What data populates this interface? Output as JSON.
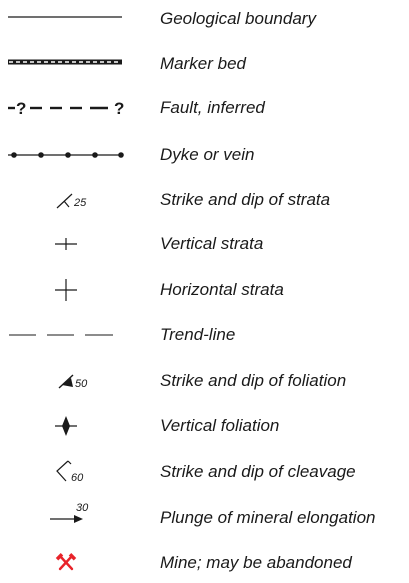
{
  "legend": {
    "items": [
      {
        "symbol": "geological-boundary-line",
        "label": "Geological boundary"
      },
      {
        "symbol": "marker-bed-line",
        "label": "Marker bed"
      },
      {
        "symbol": "fault-inferred-line",
        "label": "Fault, inferred"
      },
      {
        "symbol": "dyke-or-vein-line",
        "label": "Dyke or vein"
      },
      {
        "symbol": "strike-dip-strata-icon",
        "label": "Strike and dip of strata",
        "value": "25"
      },
      {
        "symbol": "vertical-strata-icon",
        "label": "Vertical strata"
      },
      {
        "symbol": "horizontal-strata-icon",
        "label": "Horizontal strata"
      },
      {
        "symbol": "trend-line",
        "label": "Trend-line"
      },
      {
        "symbol": "strike-dip-foliation-icon",
        "label": "Strike and dip of foliation",
        "value": "50"
      },
      {
        "symbol": "vertical-foliation-icon",
        "label": "Vertical foliation"
      },
      {
        "symbol": "strike-dip-cleavage-icon",
        "label": "Strike and dip of cleavage",
        "value": "60"
      },
      {
        "symbol": "plunge-arrow-icon",
        "label": "Plunge of mineral elongation",
        "value": "30"
      },
      {
        "symbol": "mine-icon",
        "label": "Mine; may be abandoned"
      }
    ]
  },
  "colors": {
    "symbol": "#1a1a1a",
    "mine": "#e8232a"
  }
}
